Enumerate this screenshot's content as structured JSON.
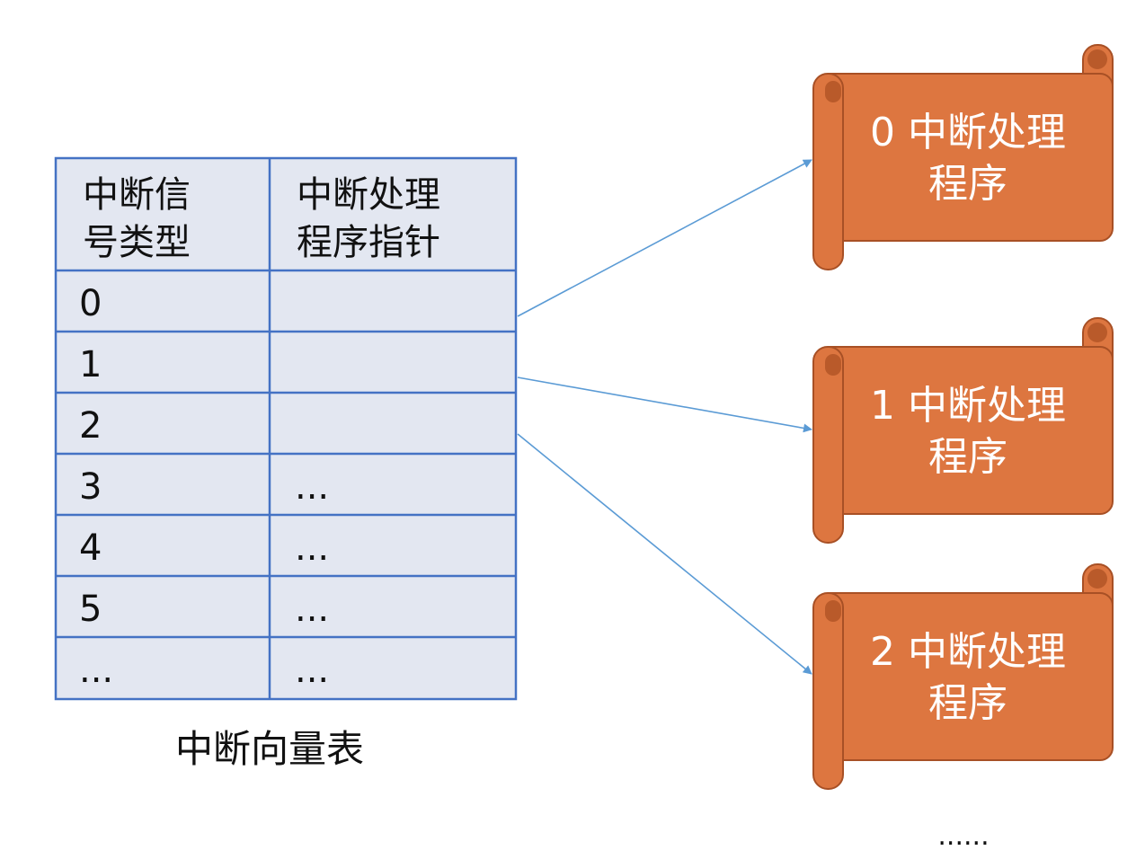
{
  "table": {
    "header": [
      "中断信号类型",
      "中断处理程序指针"
    ],
    "header_lines": [
      [
        "中断信",
        "号类型"
      ],
      [
        "中断处理",
        "程序指针"
      ]
    ],
    "rows": [
      [
        "0",
        ""
      ],
      [
        "1",
        ""
      ],
      [
        "2",
        ""
      ],
      [
        "3",
        "..."
      ],
      [
        "4",
        "..."
      ],
      [
        "5",
        "..."
      ],
      [
        "...",
        "..."
      ]
    ],
    "caption": "中断向量表"
  },
  "handlers": [
    {
      "line1": "0 中断处理",
      "line2": "程序"
    },
    {
      "line1": "1 中断处理",
      "line2": "程序"
    },
    {
      "line1": "2 中断处理",
      "line2": "程序"
    }
  ],
  "more": "......",
  "colors": {
    "table_fill": "#e3e7f1",
    "table_border": "#4472c4",
    "scroll_fill": "#dd7640",
    "scroll_dark": "#b95a2a",
    "arrow": "#5b9bd5"
  }
}
